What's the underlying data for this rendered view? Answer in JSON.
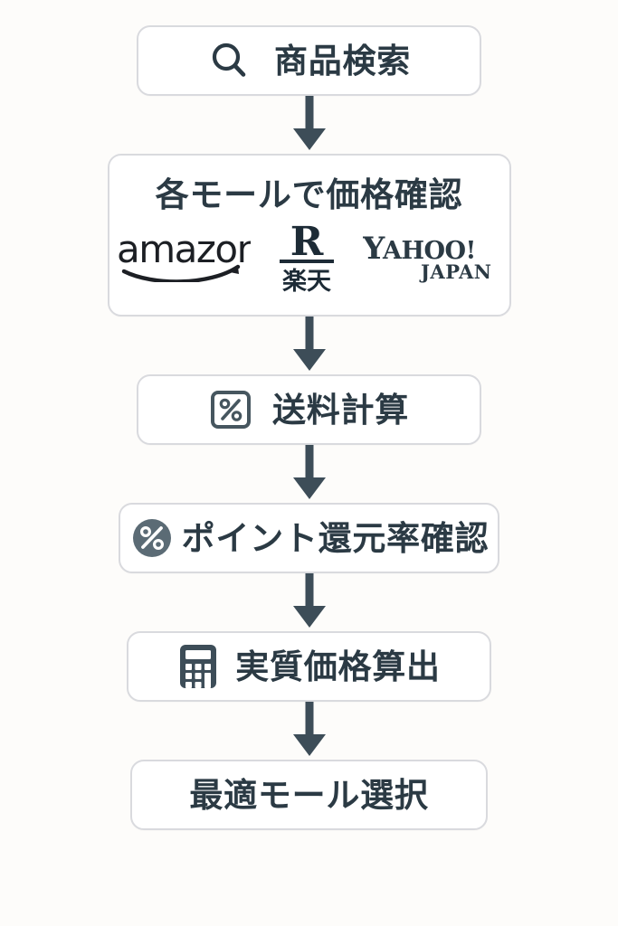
{
  "diagram": {
    "title": "shopping-mall-price-comparison-flow",
    "background_color": "#fdfcfa",
    "box_fill_color": "#ffffff",
    "box_border_color": "#d9dade",
    "text_color": "#2b3a44",
    "arrow_color": "#3d4d58",
    "steps": [
      {
        "id": "step-1",
        "label": "商品検索",
        "icon": "search-icon"
      },
      {
        "id": "step-2",
        "label": "各モールで価格確認",
        "icon": null,
        "logos": [
          {
            "name": "amazon-logo",
            "text": "amazon"
          },
          {
            "name": "rakuten-logo",
            "mark": "R",
            "text": "楽天"
          },
          {
            "name": "yahoo-japan-logo",
            "text": "YAHOO!",
            "subtext": "JAPAN"
          }
        ]
      },
      {
        "id": "step-3",
        "label": "送料計算",
        "icon": "percent-square-icon"
      },
      {
        "id": "step-4",
        "label": "ポイント還元率確認",
        "icon": "percent-circle-icon"
      },
      {
        "id": "step-5",
        "label": "実質価格算出",
        "icon": "calculator-icon"
      },
      {
        "id": "step-6",
        "label": "最適モール選択",
        "icon": null
      }
    ],
    "connectors": [
      {
        "name": "arrow-1",
        "from": "step-1",
        "to": "step-2",
        "direction": "down"
      },
      {
        "name": "arrow-2",
        "from": "step-2",
        "to": "step-3",
        "direction": "down"
      },
      {
        "name": "arrow-3",
        "from": "step-3",
        "to": "step-4",
        "direction": "down"
      },
      {
        "name": "arrow-4",
        "from": "step-4",
        "to": "step-5",
        "direction": "down"
      },
      {
        "name": "arrow-5",
        "from": "step-5",
        "to": "step-6",
        "direction": "down"
      }
    ]
  }
}
